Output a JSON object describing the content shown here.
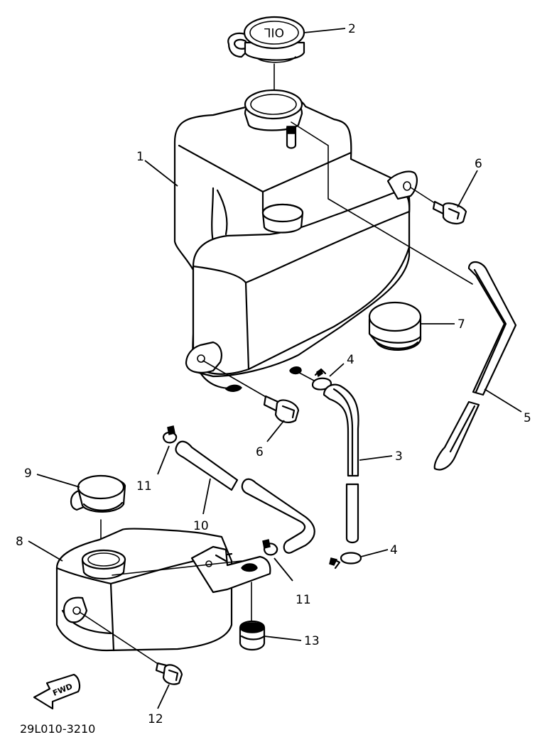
{
  "callouts": [
    {
      "id": "c1",
      "text": "1"
    },
    {
      "id": "c2",
      "text": "2"
    },
    {
      "id": "c3",
      "text": "3"
    },
    {
      "id": "c4a",
      "text": "4"
    },
    {
      "id": "c4b",
      "text": "4"
    },
    {
      "id": "c5",
      "text": "5"
    },
    {
      "id": "c6a",
      "text": "6"
    },
    {
      "id": "c6b",
      "text": "6"
    },
    {
      "id": "c7",
      "text": "7"
    },
    {
      "id": "c8",
      "text": "8"
    },
    {
      "id": "c9",
      "text": "9"
    },
    {
      "id": "c10",
      "text": "10"
    },
    {
      "id": "c11a",
      "text": "11"
    },
    {
      "id": "c11b",
      "text": "11"
    },
    {
      "id": "c12",
      "text": "12"
    },
    {
      "id": "c13",
      "text": "13"
    }
  ],
  "cap_marking": "OIL",
  "fwd_label": "FWD",
  "figure_code": "29L010-3210"
}
